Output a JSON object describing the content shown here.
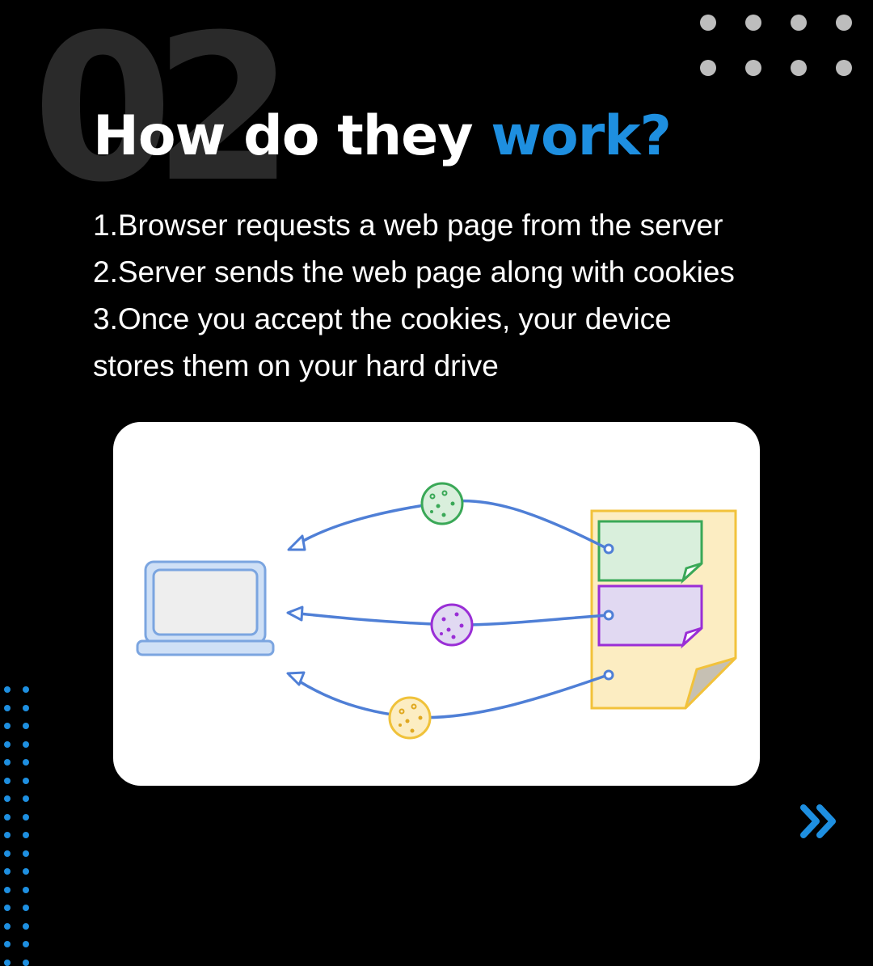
{
  "background_number": "02",
  "heading": {
    "prefix": "How do they ",
    "accent": "work?"
  },
  "steps": [
    "1.Browser requests a web page from the server",
    "2.Server sends the web page along with cookies",
    "3.Once you accept the cookies, your device",
    "stores them on your hard drive"
  ],
  "colors": {
    "background": "#000000",
    "accent": "#1e8fe0",
    "cookie_green": "#3aa857",
    "cookie_purple": "#9a2ed6",
    "cookie_yellow": "#f0c23a",
    "arrow_blue": "#4f7fd6",
    "document_yellow": "#f2c23b"
  },
  "icons": {
    "laptop": "laptop-icon",
    "document": "document-icon",
    "next": "double-chevron-right-icon"
  }
}
